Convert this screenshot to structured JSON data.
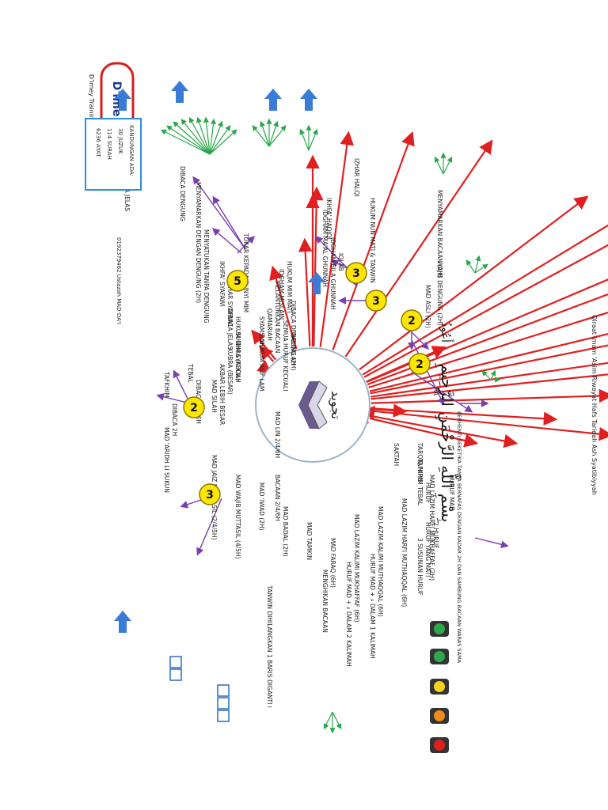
{
  "title": "Qiraat Imam 'Asim Riwayat Hafs Tariqah Ash Syatibiyyah",
  "basmalah": "بِسْمِ اللَّهِ الرَّحْمَنِ الرَّحِيمِ",
  "taawudh": "أَعُوذُ",
  "center_label": "تجويد",
  "brand": {
    "logo": "D'ime",
    "name": "D'imey Training",
    "phone": "0192379462 Ustazah MAD-DA'I"
  },
  "info_box": [
    "KANDUNGAN ADA:",
    "30 JUZUK",
    "114 SURAH",
    "6236 AYAT"
  ],
  "badges": [
    "5",
    "3",
    "3",
    "2",
    "2",
    "2",
    "3"
  ],
  "branches": [
    "MAD ASLI (2H)",
    "MAD WAJIB MUTTASIL (4/5H)",
    "HUKUM MIM MATI",
    "HUKUM NUN MATI & TANWIN",
    "HUKUM ALIF LAM",
    "HUKUM MIM SYADDAH",
    "TAFKHIM",
    "QALQALAH",
    "MAD SILAH",
    "MAD LIN 2/4/6H",
    "MAD 'ARIDH LI SUKUN",
    "MAD JAIZ MUNFASIL (2/4/5H)",
    "MAD 'IWAD (2H)",
    "MAD BADAL (2H)",
    "MAD TAMKIN",
    "MAD FARAQ (6H)",
    "MAD LAZIM KALIMI MUKHAFFAF (6H)",
    "MAD LAZIM KALIMI MUTHAQQAL (6H)",
    "MAD LAZIM HARFI MUTHAQQAL (6H)",
    "MAD LAZIM HARFI MUKHAFFAF (2H)",
    "SAKTAH",
    "HURUF",
    "RA"
  ],
  "notes": [
    "WAJIB DENGUNG (2H)",
    "MENYAMARKAN BACAAN (2H)",
    "IKHFA' HAQIQI",
    "IDGHAM MA'AL GHUNNAH",
    "IDGHAM BILA GHUNNAH",
    "IQLAB",
    "IZHAR HALQI",
    "DIBACA DENGUNG",
    "DIBACA JELAS",
    "MENYAMARKAN DENGAN DENGUNG (2H)",
    "MENYATUKAN TANPA DENGUNG",
    "TUKAR KEPADA BUNYI MIM",
    "IKHFA' SYAFAWI",
    "IDGHAM MISLAIN",
    "IZHAR SYAFAWI",
    "DIBACA DENGUNG (2H)",
    "DIBACA JELAS",
    "SEMUA HURUF KECUALI",
    "MELANTUNKAN BACAAN",
    "QAMARIAH",
    "SYAMSIAH",
    "SUGHRA (KECIL)",
    "KUBRA (BESAR)",
    "AKBAR LEBIH BESAR",
    "DIBACA 2/4/6H",
    "TEBAL",
    "TARQIQ NIPIS",
    "TAFKHIM TEBAL",
    "BERHENTI SEKETIKA TANPA BERNAFAS DENGAN KADAR 2H DAN SAMBUNG BACAAN WARAS SAMA",
    "HURUF MAD",
    "2 HURUF",
    "HURUF YANG MATI",
    "3 SUSUNAN HURUF",
    "HURUF MAD + ء DALAM 1 KALIMAH",
    "HURUF MAD + ء DALAM 2 KALIMAH",
    "MENGHIKAN BACAAN",
    "TANWIN DIHILANGKAN 1 BARIS DIGANTI ا",
    "BACAAN 2/4/6H",
    "DIBACA 2H"
  ],
  "colors": {
    "red_arrow": "#e02020",
    "purple_arrow": "#7a3fb0",
    "green_arrow": "#28a84a",
    "blue_arrow": "#3a7bd5",
    "badge": "#ffe600"
  },
  "traffic_lights": [
    "red",
    "orange",
    "yellow",
    "green",
    "green"
  ]
}
